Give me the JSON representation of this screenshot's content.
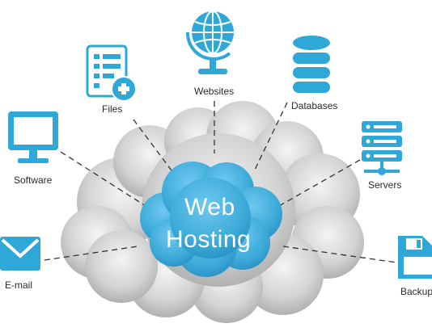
{
  "center": {
    "line1": "Web",
    "line2": "Hosting"
  },
  "nodes": {
    "files": {
      "label": "Files",
      "icon": "file-add-icon"
    },
    "websites": {
      "label": "Websites",
      "icon": "globe-icon"
    },
    "databases": {
      "label": "Databases",
      "icon": "database-icon"
    },
    "software": {
      "label": "Software",
      "icon": "monitor-icon"
    },
    "servers": {
      "label": "Servers",
      "icon": "server-icon"
    },
    "email": {
      "label": "E-mail",
      "icon": "envelope-icon"
    },
    "backup": {
      "label": "Backup",
      "icon": "floppy-disk-icon"
    }
  },
  "colors": {
    "accent": "#2fa8d8",
    "cloud": "#d6d6d6",
    "cloud_shadow": "#a9a9a9",
    "center_cloud": "#44b2de"
  }
}
